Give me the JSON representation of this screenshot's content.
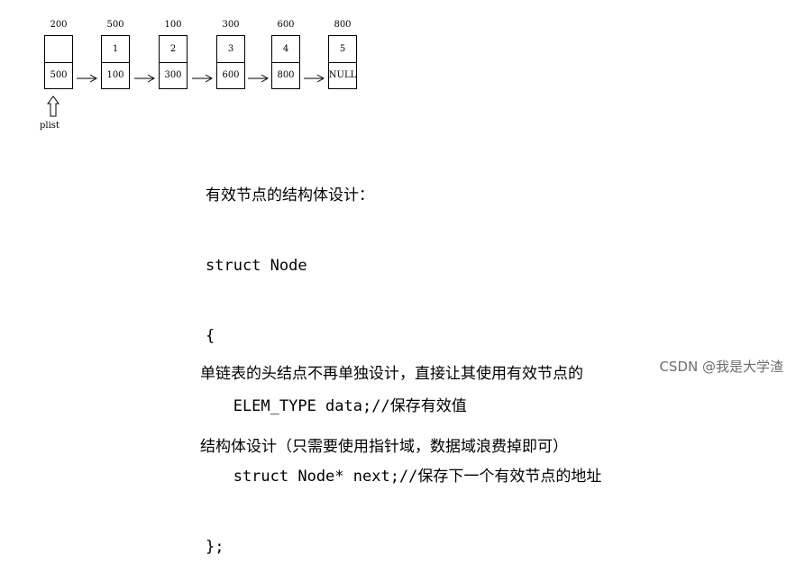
{
  "diagram": {
    "head": {
      "address": "200",
      "next": "500"
    },
    "nodes": [
      {
        "address": "500",
        "value": "1",
        "next": "100"
      },
      {
        "address": "100",
        "value": "2",
        "next": "300"
      },
      {
        "address": "300",
        "value": "3",
        "next": "600"
      },
      {
        "address": "600",
        "value": "4",
        "next": "800"
      },
      {
        "address": "800",
        "value": "5",
        "next": "NULL"
      }
    ],
    "pointer_label": "plist"
  },
  "code": {
    "lines": [
      "有效节点的结构体设计：",
      "struct Node",
      "{",
      "   ELEM_TYPE data;//保存有效值",
      "   struct Node* next;//保存下一个有效节点的地址",
      "};"
    ]
  },
  "note": {
    "lines": [
      "单链表的头结点不再单独设计，直接让其使用有效节点的",
      "结构体设计（只需要使用指针域，数据域浪费掉即可）"
    ]
  },
  "watermark": "CSDN @我是大学渣"
}
